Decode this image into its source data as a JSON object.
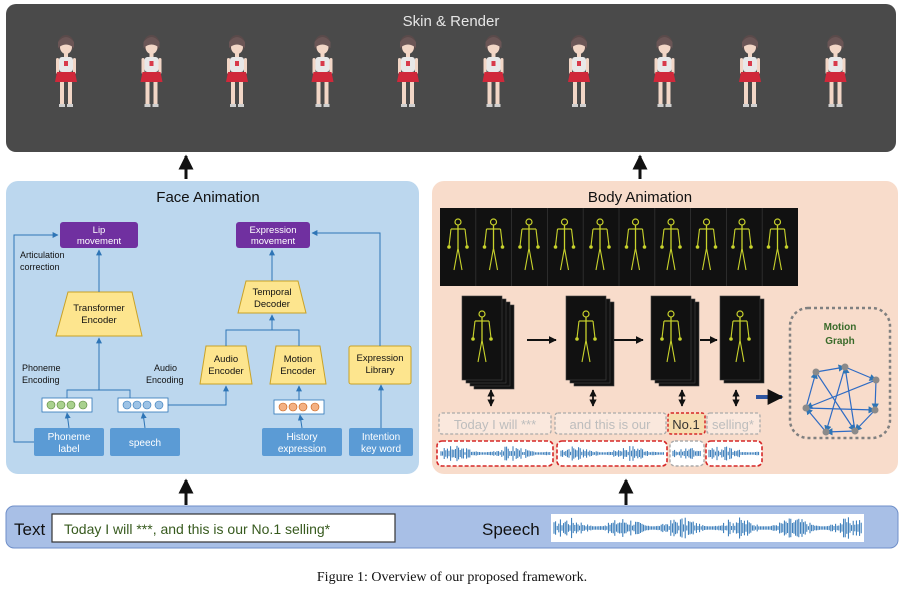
{
  "render": {
    "title": "Skin & Render",
    "figures": 10
  },
  "face": {
    "title": "Face Animation",
    "lip": [
      "Lip",
      "movement"
    ],
    "expression": [
      "Expression",
      "movement"
    ],
    "articulation": [
      "Articulation",
      "correction"
    ],
    "transformer": [
      "Transformer",
      "Encoder"
    ],
    "temporal": [
      "Temporal",
      "Decoder"
    ],
    "phoneme_enc": [
      "Phoneme",
      "Encoding"
    ],
    "audio_enc_label": [
      "Audio",
      "Encoding"
    ],
    "audio_encoder": [
      "Audio",
      "Encoder"
    ],
    "motion_encoder": [
      "Motion",
      "Encoder"
    ],
    "expr_library": [
      "Expression",
      "Library"
    ],
    "phoneme_label": [
      "Phoneme",
      "label"
    ],
    "speech": "speech",
    "history": [
      "History",
      "expression"
    ],
    "intention": [
      "Intention",
      "key word"
    ]
  },
  "body": {
    "title": "Body Animation",
    "motion_graph": [
      "Motion",
      "Graph"
    ],
    "text_segments": [
      "Today I will ***",
      "and this is  our",
      "No.1",
      "selling*"
    ]
  },
  "input": {
    "text_label": "Text",
    "text_value": "Today I will ***,  and this is  our No.1 selling*",
    "speech_label": "Speech"
  },
  "caption": "Figure 1: Overview of our proposed framework.",
  "colors": {
    "render_bg": "#4a4a4a",
    "face_bg": "#bcd7ee",
    "body_bg": "#f8dccb",
    "input_bg": "#a8bfe6",
    "purple": "#7030a0",
    "yellow_box": "#fde58e",
    "blue_box": "#5b9bd5",
    "wave": "#2e75b6",
    "skeleton": "#c8d22c",
    "red_dash": "#d62828"
  }
}
